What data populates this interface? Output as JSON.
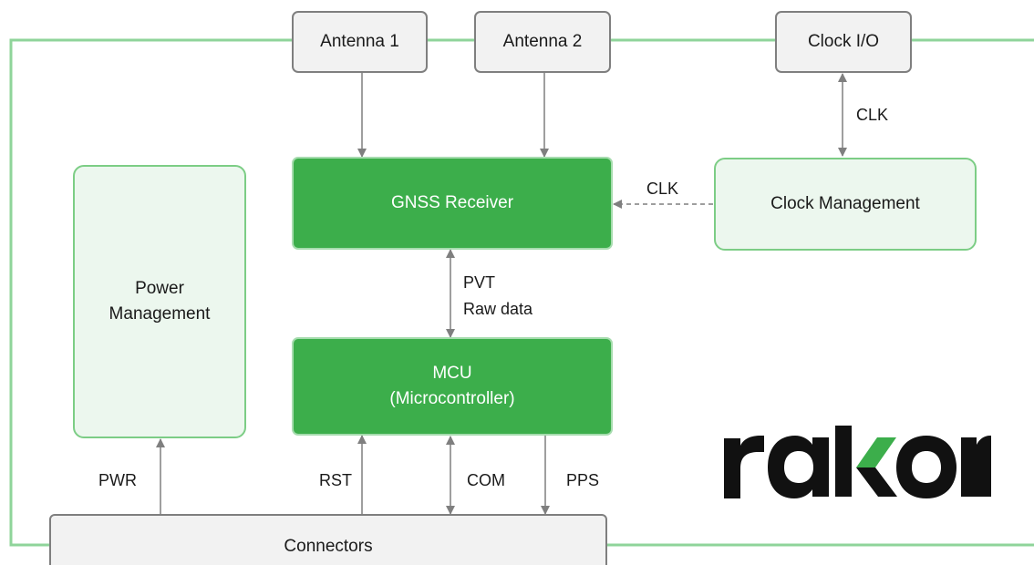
{
  "blocks": {
    "antenna1": "Antenna 1",
    "antenna2": "Antenna 2",
    "clock_io": "Clock I/O",
    "gnss_receiver": "GNSS Receiver",
    "clock_management": "Clock Management",
    "power_management": [
      "Power",
      "Management"
    ],
    "mcu": [
      "MCU",
      "(Microcontroller)"
    ],
    "connectors": "Connectors"
  },
  "signals": {
    "clk_vertical": "CLK",
    "clk_horizontal": "CLK",
    "pvt": "PVT",
    "raw_data": "Raw data",
    "pwr": "PWR",
    "rst": "RST",
    "com": "COM",
    "pps": "PPS"
  },
  "logo": {
    "text": "rakon",
    "color": "#111111",
    "accent": "#3cae4b"
  },
  "colors": {
    "green_block": "#3cae4b",
    "light_green_block": "#ecf7ee",
    "grey_block": "#f2f2f2",
    "frame_line": "#8fd49a",
    "arrow": "#7f7f7f"
  }
}
